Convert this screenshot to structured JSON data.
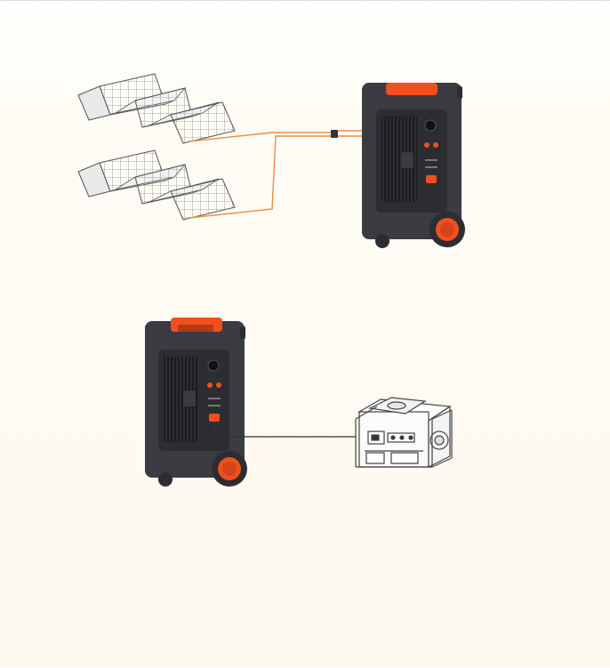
{
  "diagrams": [
    {
      "id": "solar-charging",
      "components": [
        "solar-panel-array-top",
        "solar-panel-array-bottom",
        "power-station-main"
      ],
      "connection": "solar-cables"
    },
    {
      "id": "generator-charging",
      "components": [
        "power-station-secondary",
        "portable-generator"
      ],
      "connection": "generator-cable"
    }
  ],
  "colors": {
    "background": "#fef9ee",
    "station_body": "#3a3c41",
    "station_panel": "#2b2d31",
    "accent": "#f0501c",
    "solar_cable": "#f08a3c",
    "generator_cable": "#333333",
    "panel_stroke": "#555555",
    "panel_fill": "#f6f6f6"
  }
}
